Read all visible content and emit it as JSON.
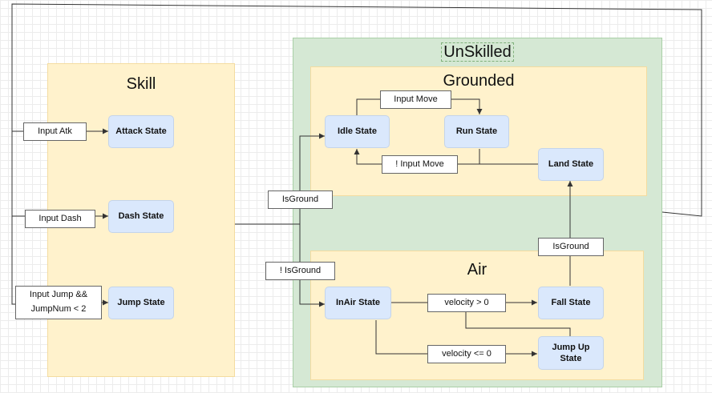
{
  "groups": {
    "skill": "Skill",
    "unskilled": "UnSkilled",
    "grounded": "Grounded",
    "air": "Air"
  },
  "states": {
    "attack": "Attack State",
    "dash": "Dash State",
    "jump": "Jump State",
    "idle": "Idle State",
    "run": "Run State",
    "land": "Land State",
    "inair": "InAir State",
    "fall": "Fall State",
    "jumpup": "Jump Up State"
  },
  "transitions": {
    "input_atk": "Input Atk",
    "input_dash": "Input Dash",
    "input_jump": "Input Jump && JumpNum < 2",
    "input_move": "Input Move",
    "not_input_move": "! Input Move",
    "is_ground": "IsGround",
    "not_is_ground": "! IsGround",
    "is_ground_air": "IsGround",
    "velocity_gt_0": "velocity > 0",
    "velocity_le_0": "velocity <= 0"
  },
  "colors": {
    "skill_fill": "#fff2cc",
    "unskilled_fill": "#d5e8d4",
    "state_fill": "#dae8fc"
  }
}
